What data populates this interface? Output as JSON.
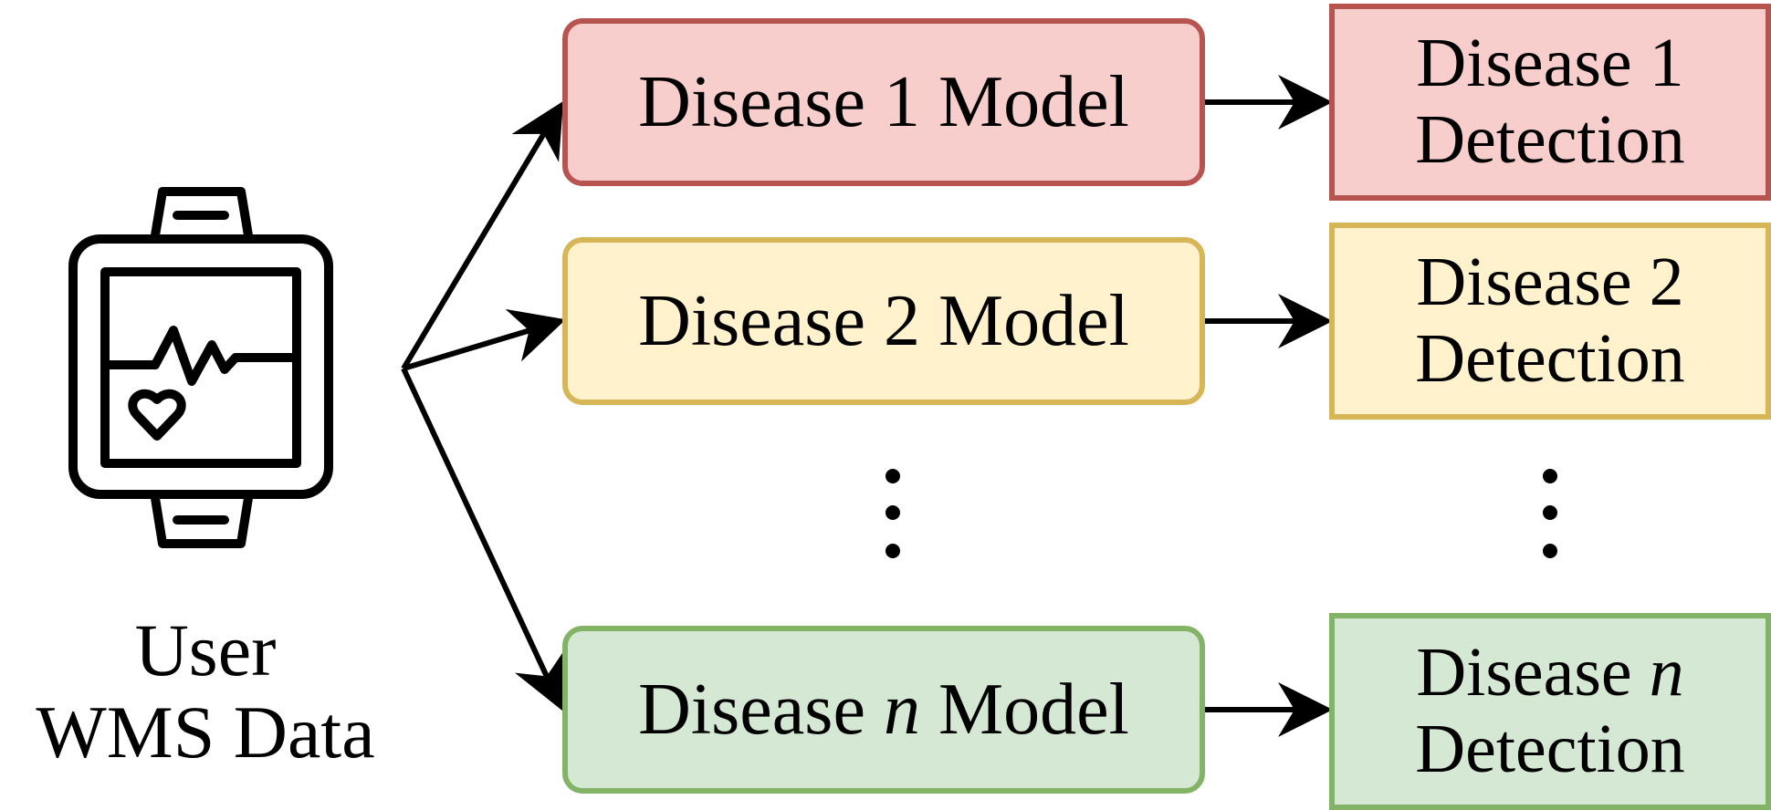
{
  "source": {
    "icon": "smartwatch-heart-icon",
    "label_line1": "User",
    "label_line2": "WMS Data"
  },
  "models": [
    {
      "prefix": "Disease ",
      "var": "1",
      "var_italic": false,
      "suffix": " Model",
      "color": "pink"
    },
    {
      "prefix": "Disease ",
      "var": "2",
      "var_italic": false,
      "suffix": " Model",
      "color": "yellow"
    },
    {
      "prefix": "Disease ",
      "var": "n",
      "var_italic": true,
      "suffix": " Model",
      "color": "green"
    }
  ],
  "detections": [
    {
      "line1_prefix": "Disease ",
      "line1_var": "1",
      "line2": "Detection",
      "color": "pink"
    },
    {
      "line1_prefix": "Disease ",
      "line1_var": "2",
      "line2": "Detection",
      "color": "yellow"
    },
    {
      "line1_prefix": "Disease ",
      "line1_var": "n",
      "line2": "Detection",
      "color": "green"
    }
  ],
  "colors": {
    "pink_fill": "#f8cecc",
    "pink_stroke": "#b85450",
    "yellow_fill": "#fff2cc",
    "yellow_stroke": "#d6b656",
    "green_fill": "#d5e8d4",
    "green_stroke": "#82b366",
    "arrow": "#000000"
  }
}
